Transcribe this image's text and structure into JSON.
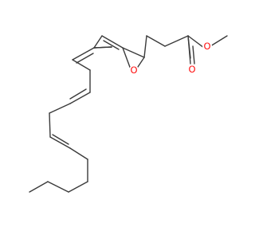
{
  "molecule": {
    "atoms": {
      "ester_oxygen": "O",
      "carbonyl_oxygen": "O",
      "epoxide_oxygen": "O"
    },
    "heteroatom_color": "#ff0d0d",
    "bond_color": "#3a3a3a"
  }
}
